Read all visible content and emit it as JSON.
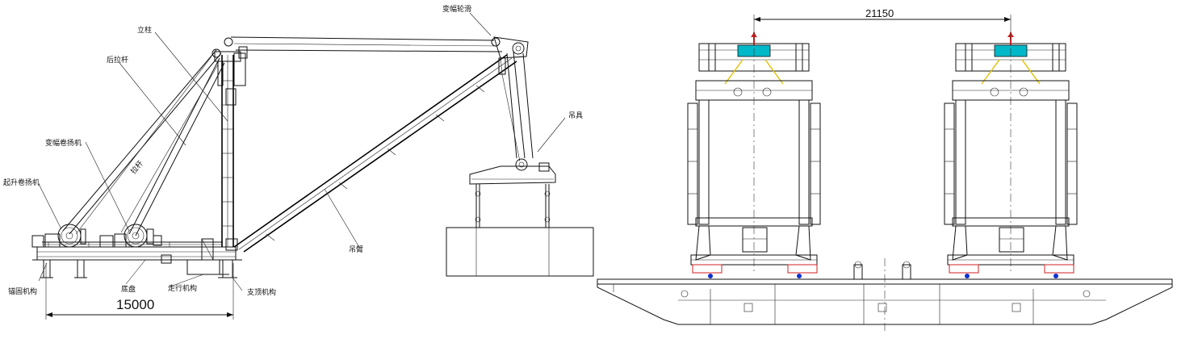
{
  "left_view": {
    "labels": {
      "column": "立柱",
      "rear_tie_rod": "后拉杆",
      "luffing_winch": "变幅卷扬机",
      "hoist_winch": "起升卷扬机",
      "anchor_mechanism": "锚固机构",
      "base": "底盘",
      "travel_mechanism": "走行机构",
      "support_mechanism": "支顶机构",
      "luffing_pulley_block": "变幅轮滑",
      "spreader": "吊具",
      "boom": "吊臂",
      "tie_rod_mark": "拉杆"
    },
    "dimension": "15000"
  },
  "right_view": {
    "dimension": "21150"
  },
  "colors": {
    "line": "#111111",
    "cyan": "#00b8c8",
    "red": "#d02020",
    "blue": "#1030d0",
    "yellow": "#e0c000"
  }
}
